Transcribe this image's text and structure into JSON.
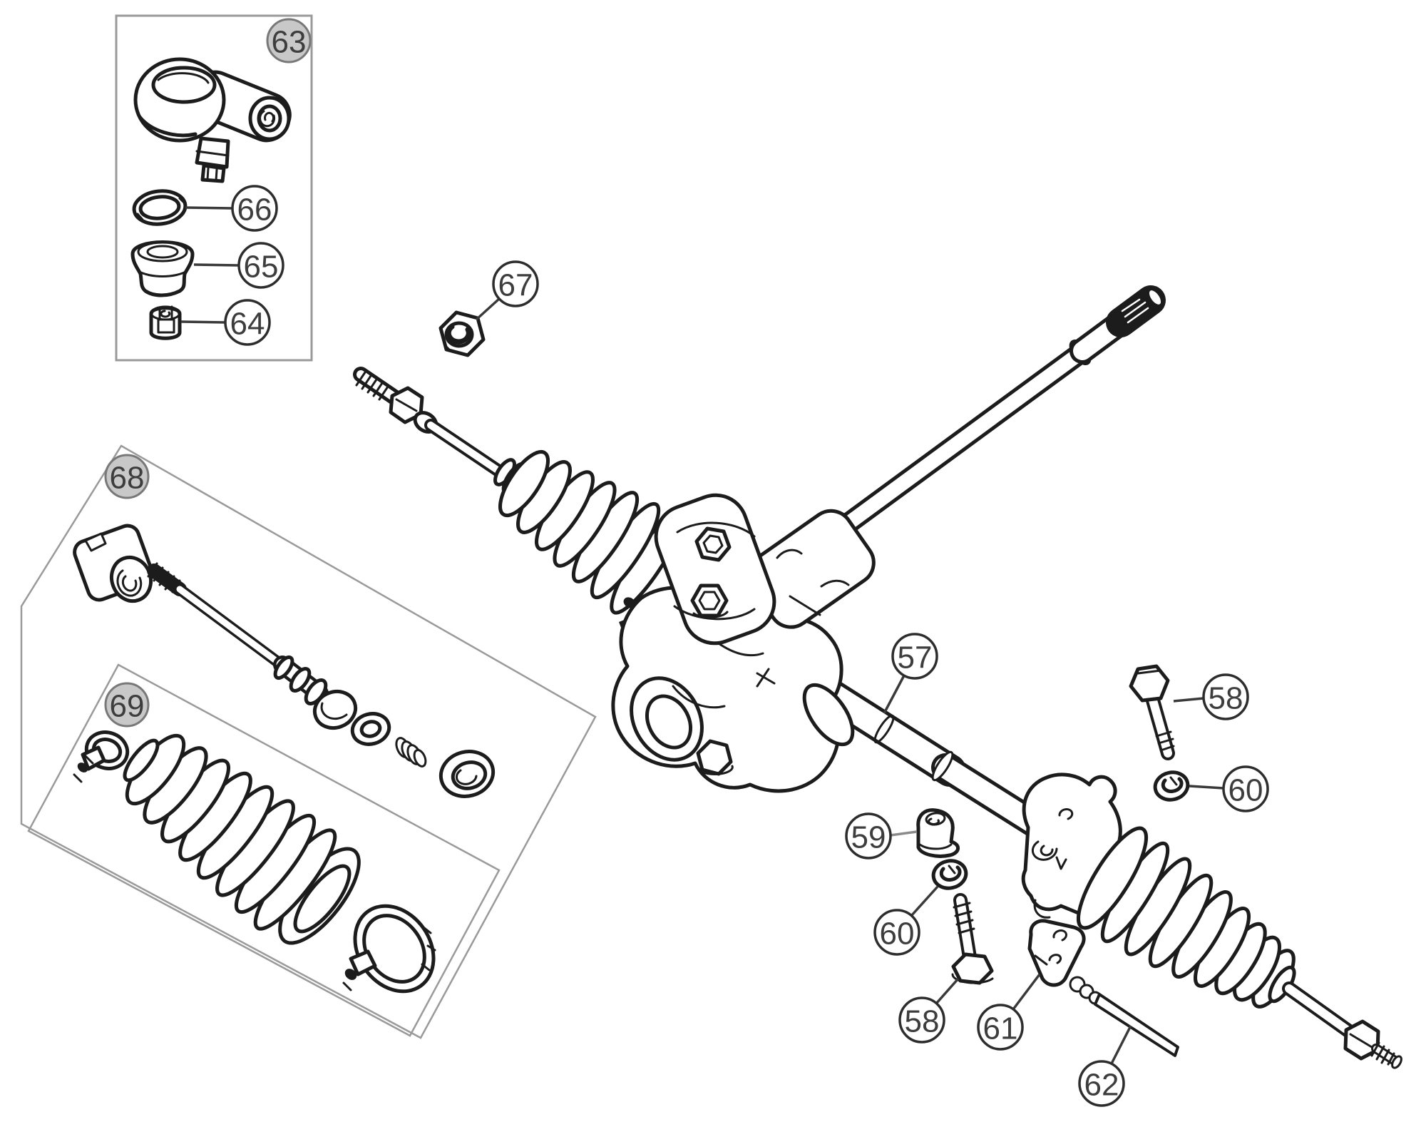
{
  "diagram": {
    "type": "exploded-parts-diagram",
    "subject": "steering rack and pinion assembly",
    "background_color": "#ffffff",
    "line_color": "#1c1c1c",
    "kit_box_border_color": "#9a9a9a",
    "callout_gray_fill": "#c8c8c8",
    "callout_white_fill": "#ffffff",
    "callout_stroke": "#2d2d2d",
    "callout_text_color": "#3d3d3d"
  },
  "labels": {
    "c57": "57",
    "c58_right": "58",
    "c58_lower": "58",
    "c59": "59",
    "c60_right": "60",
    "c60_lower": "60",
    "c61": "61",
    "c62": "62",
    "c63": "63",
    "c64": "64",
    "c65": "65",
    "c66": "66",
    "c67": "67",
    "c68": "68",
    "c69": "69"
  }
}
